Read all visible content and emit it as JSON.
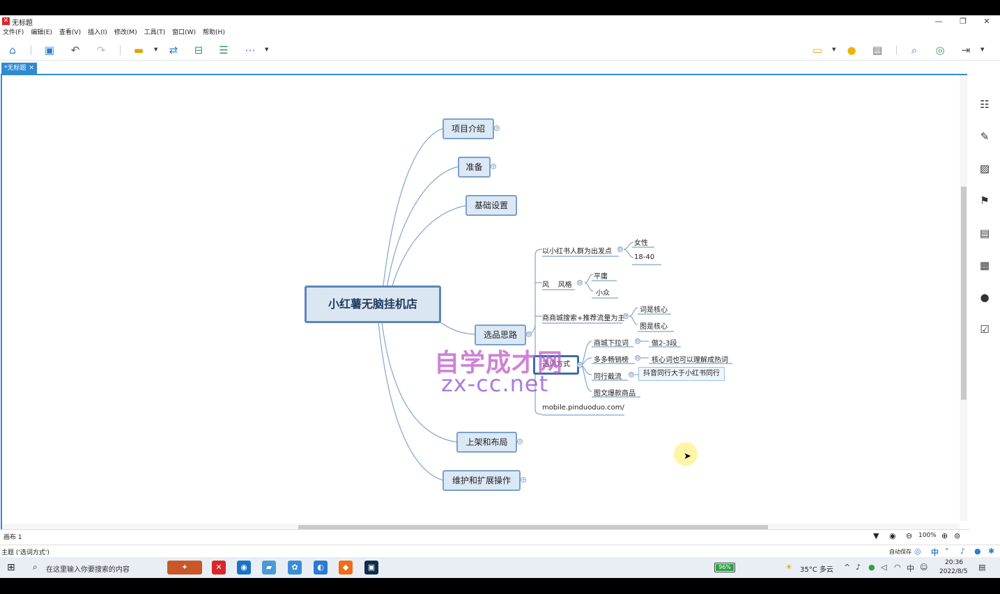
{
  "window": {
    "title": "无标题",
    "minimize": "—",
    "restore": "❐",
    "close": "✕"
  },
  "menu": [
    "文件(F)",
    "编辑(E)",
    "查看(V)",
    "插入(I)",
    "修改(M)",
    "工具(T)",
    "窗口(W)",
    "帮助(H)"
  ],
  "tab": {
    "label": "*无标题",
    "close": "✕"
  },
  "mindmap": {
    "root": "小红薯无脑挂机店",
    "branches": {
      "intro": "项目介绍",
      "prep": "准备",
      "basics": "基础设置",
      "selection": "选品思路",
      "listing": "上架和布局",
      "maintenance": "维护和扩展操作"
    },
    "selection_children": {
      "audience": "以小红书人群为出发点",
      "female": "女性",
      "age": "18-40",
      "style": "风格",
      "style_prefix": "风",
      "plain": "平庸",
      "niche": "小众",
      "mall": "商城搜索+推荐流量为主",
      "mall_prefix": "商",
      "word_core": "词是核心",
      "image_core": "图是核心",
      "method": "选词方式",
      "dropdown": "商城下拉词",
      "dropdown_tip": "做2-3段",
      "bestseller": "多多畅销榜",
      "bestseller_tip": "核心词也可以理解成热词",
      "peer": "同行截流",
      "peer_tip": "抖音同行大于小红书同行",
      "image_hot": "图文爆款商品",
      "url": "mobile.pinduoduo.com/"
    },
    "collapse_mark": "⊖",
    "expand_mark": "+"
  },
  "watermark": {
    "line1": "自学成才网",
    "line2": "zx-cc.net"
  },
  "sheetbar": {
    "sheet": "画布 1",
    "zoom": "100%"
  },
  "statusbar": {
    "status": "主题 ('选词方式')",
    "autosave": "自动保存"
  },
  "taskbar": {
    "search_placeholder": "在这里输入你要搜索的内容",
    "battery": "96%",
    "weather": "35°C 多云",
    "ime": "中",
    "time": "20:36",
    "date": "2022/8/5"
  },
  "colors": {
    "accent": "#2f8ad6",
    "node_border": "#7aa0c8",
    "node_fill": "#dce8f5",
    "branch_line": "#7fa5cc"
  }
}
